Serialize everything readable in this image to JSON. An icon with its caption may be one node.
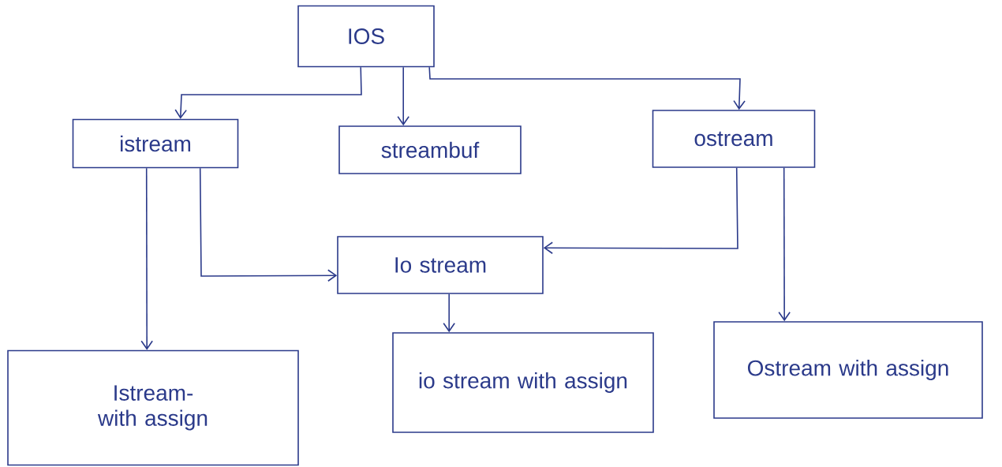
{
  "diagram": {
    "nodes": [
      {
        "text": [
          "IOS"
        ]
      },
      {
        "text": [
          "istream"
        ]
      },
      {
        "text": [
          "streambuf"
        ]
      },
      {
        "text": [
          "ostream"
        ]
      },
      {
        "text": [
          "Io stream"
        ]
      },
      {
        "text": [
          "Istream-with assign"
        ]
      },
      {
        "text": [
          "io stream with assign"
        ]
      },
      {
        "text": [
          "Ostream with assign"
        ]
      }
    ],
    "edges": [
      {
        "from": 0,
        "to": 1,
        "arrow": "to"
      },
      {
        "from": 0,
        "to": 2,
        "arrow": "to"
      },
      {
        "from": 0,
        "to": 3,
        "arrow": "to"
      },
      {
        "from": 1,
        "to": 5,
        "arrow": "to"
      },
      {
        "from": 1,
        "to": 4,
        "arrow": "to"
      },
      {
        "from": 3,
        "to": 4,
        "arrow": "to"
      },
      {
        "from": 3,
        "to": 7,
        "arrow": "to"
      },
      {
        "from": 4,
        "to": 6,
        "arrow": "to"
      }
    ]
  }
}
